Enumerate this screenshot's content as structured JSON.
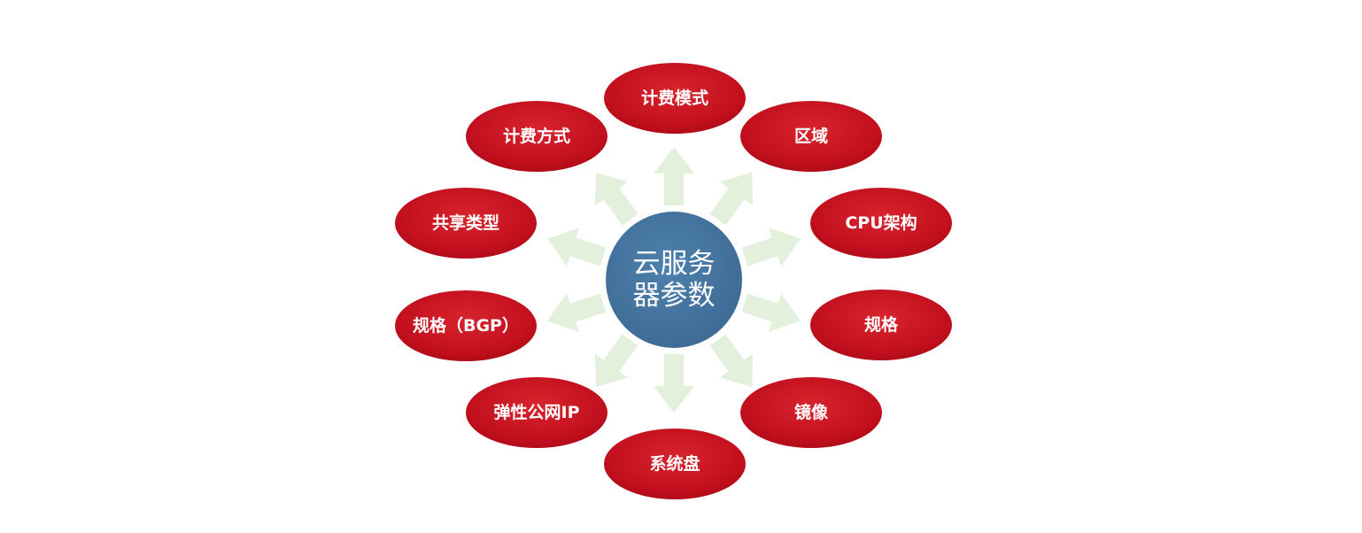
{
  "center": {
    "lines": [
      "云服务",
      "器参数"
    ],
    "color": "#44739f"
  },
  "node_color": "#c0101e",
  "arrow_color": "#e3f0dc",
  "nodes": [
    {
      "label": "计费模式"
    },
    {
      "label": "区域"
    },
    {
      "label": "CPU架构"
    },
    {
      "label": "规格"
    },
    {
      "label": "镜像"
    },
    {
      "label": "系统盘"
    },
    {
      "label": "弹性公网IP"
    },
    {
      "label": "规格（BGP）"
    },
    {
      "label": "共享类型"
    },
    {
      "label": "计费方式"
    }
  ]
}
